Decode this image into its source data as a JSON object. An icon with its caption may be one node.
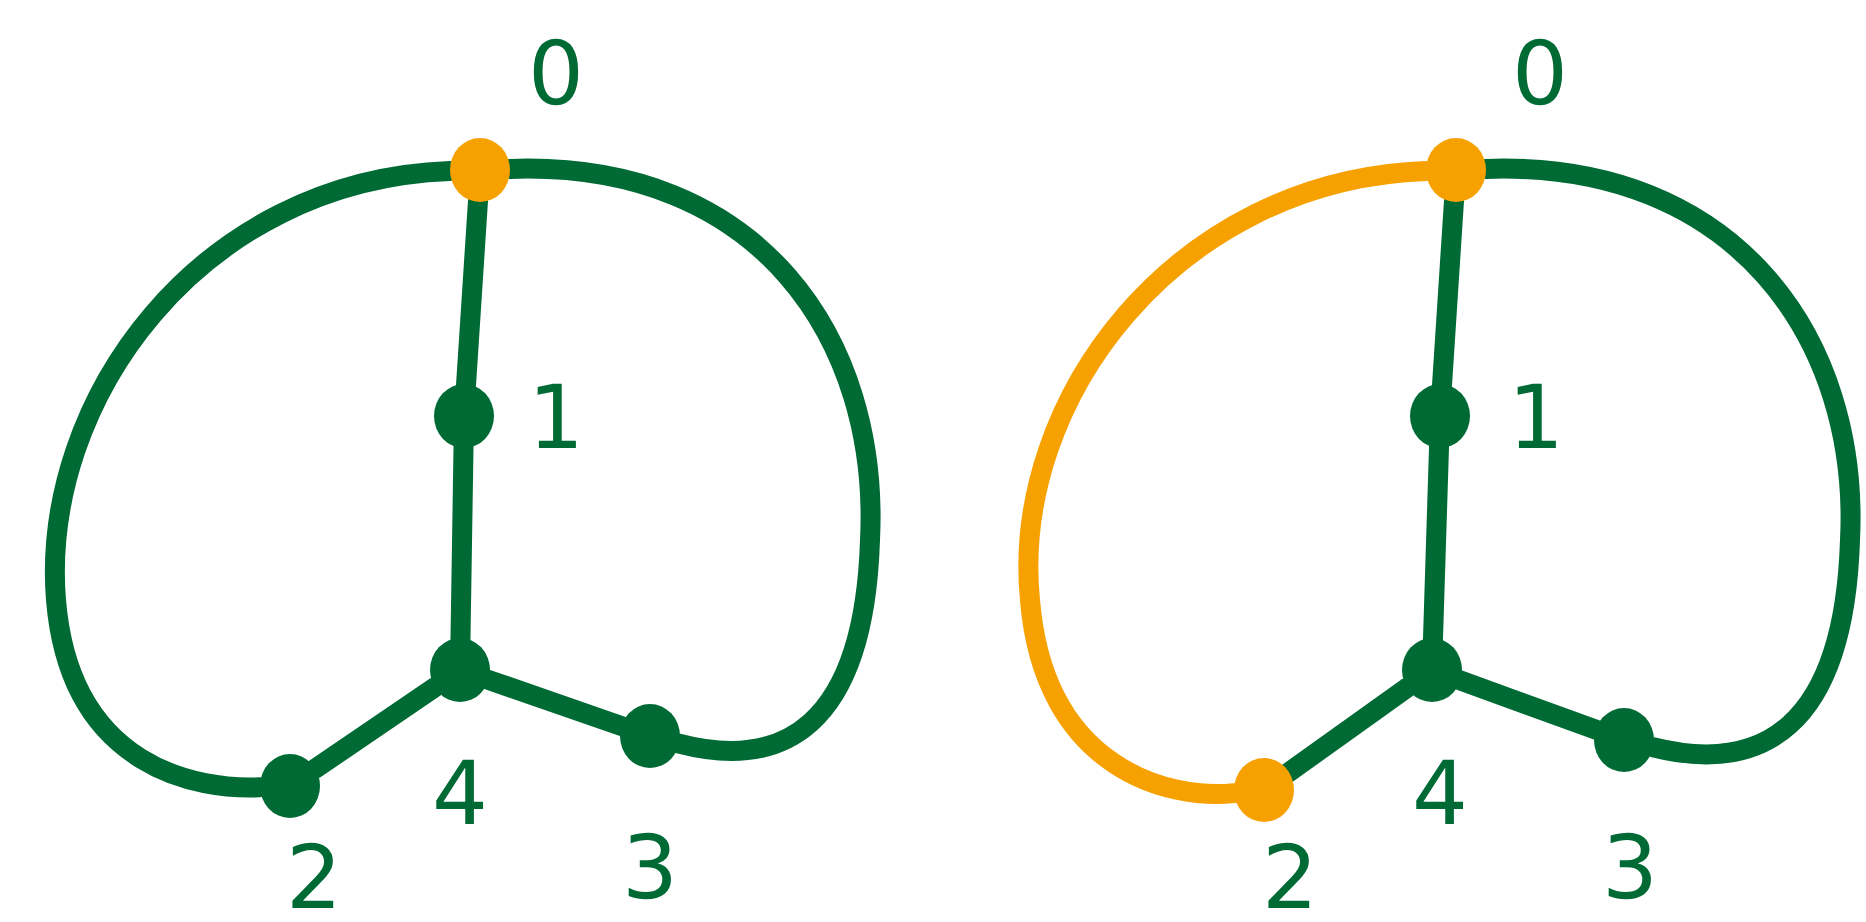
{
  "diagram": {
    "nodes": [
      {
        "text": [],
        "shape": "circle",
        "beside": [
          "0"
        ]
      },
      {
        "text": [],
        "shape": "circle",
        "beside": [
          "1"
        ]
      },
      {
        "text": [],
        "shape": "circle",
        "beside": [
          "2"
        ]
      },
      {
        "text": [],
        "shape": "circle",
        "beside": [
          "3"
        ]
      },
      {
        "text": [],
        "shape": "circle",
        "beside": [
          "4"
        ]
      },
      {
        "text": [],
        "shape": "circle",
        "beside": [
          "0"
        ]
      },
      {
        "text": [],
        "shape": "circle",
        "beside": [
          "1"
        ]
      },
      {
        "text": [],
        "shape": "circle",
        "beside": [
          "2"
        ]
      },
      {
        "text": [],
        "shape": "circle",
        "beside": [
          "3"
        ]
      },
      {
        "text": [],
        "shape": "circle",
        "beside": [
          "4"
        ]
      }
    ],
    "edges": [
      {
        "from": 0,
        "to": 1,
        "arrow": "none"
      },
      {
        "from": 1,
        "to": 4,
        "arrow": "none"
      },
      {
        "from": 4,
        "to": 2,
        "arrow": "none"
      },
      {
        "from": 4,
        "to": 3,
        "arrow": "none"
      },
      {
        "from": 0,
        "to": 2,
        "arrow": "none"
      },
      {
        "from": 0,
        "to": 3,
        "arrow": "none"
      },
      {
        "from": 5,
        "to": 6,
        "arrow": "none"
      },
      {
        "from": 6,
        "to": 9,
        "arrow": "none"
      },
      {
        "from": 9,
        "to": 7,
        "arrow": "none"
      },
      {
        "from": 9,
        "to": 8,
        "arrow": "none"
      },
      {
        "from": 5,
        "to": 7,
        "arrow": "none",
        "color": "#f7a100"
      },
      {
        "from": 5,
        "to": 8,
        "arrow": "none"
      }
    ]
  }
}
